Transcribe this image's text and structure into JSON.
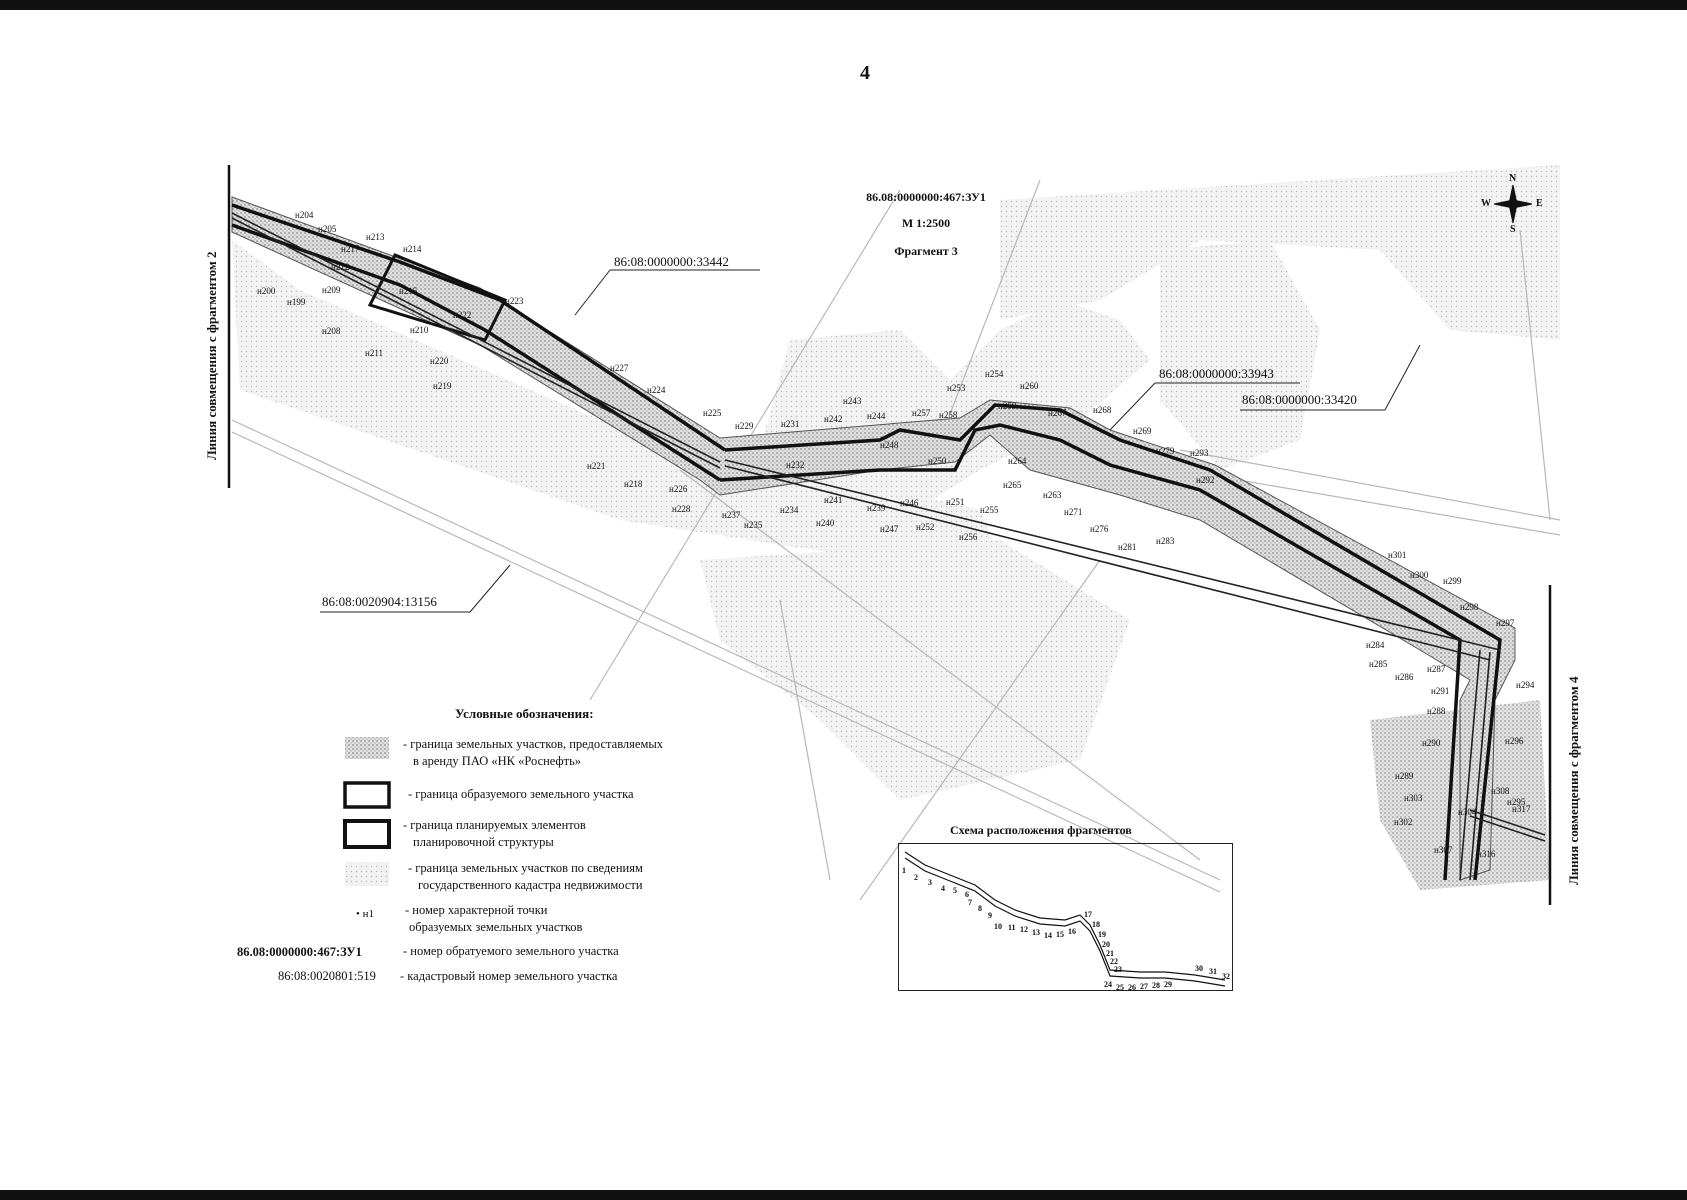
{
  "page_number": "4",
  "map": {
    "parcel_id": "86.08:0000000:467:ЗУ1",
    "scale": "М 1:2500",
    "fragment": "Фрагмент 3",
    "left_join_label": "Линия совмещения с фрагментом 2",
    "right_join_label": "Линия совмещения с фрагментом 4",
    "cadastral_labels": [
      "86:08:0000000:33442",
      "86:08:0000000:33943",
      "86:08:0000000:33420",
      "86:08:0020904:13156"
    ],
    "points": [
      "н204",
      "н205",
      "н213",
      "н214",
      "н217",
      "н212",
      "н215",
      "н200",
      "н199",
      "н209",
      "н210",
      "н208",
      "н211",
      "н222",
      "н223",
      "н220",
      "н219",
      "н227",
      "н224",
      "н221",
      "н218",
      "н225",
      "н229",
      "н226",
      "н228",
      "н231",
      "н232",
      "н237",
      "н235",
      "н234",
      "н242",
      "н243",
      "н244",
      "н241",
      "н240",
      "н239",
      "н246",
      "н247",
      "н252",
      "н248",
      "н250",
      "н257",
      "н258",
      "н253",
      "н254",
      "н260",
      "н259",
      "н251",
      "н255",
      "н256",
      "н264",
      "н265",
      "н263",
      "н267",
      "н268",
      "н269",
      "н279",
      "н293",
      "н271",
      "н276",
      "н281",
      "н283",
      "н292",
      "н301",
      "н300",
      "н299",
      "н298",
      "н284",
      "н285",
      "н286",
      "н287",
      "н297",
      "н291",
      "н294",
      "н288",
      "н290",
      "н289",
      "н296",
      "н295",
      "н304",
      "н308",
      "н303",
      "н302",
      "н317",
      "н307",
      "н316"
    ],
    "compass": {
      "n": "N",
      "s": "S",
      "w": "W",
      "e": "E"
    }
  },
  "legend": {
    "title": "Условные обозначения:",
    "items": [
      {
        "text1": "- граница земельных участков, предоставляемых",
        "text2": "в аренду ПАО «НК «Роснефть»"
      },
      {
        "text1": "- граница образуемого земельного участка",
        "text2": ""
      },
      {
        "text1": "- граница планируемых элементов",
        "text2": "планировочной структуры"
      },
      {
        "text1": "- граница земельных участков по сведениям",
        "text2": "государственного кадастра недвижимости"
      },
      {
        "text1": "- номер характерной точки",
        "text2": "образуемых земельных участков"
      }
    ],
    "point_symbol": "• н1",
    "parcel_example": "86.08:0000000:467:ЗУ1",
    "parcel_example_text": "- номер обратуемого земельного участка",
    "cadastral_example": "86:08:0020801:519",
    "cadastral_example_text": "- кадастровый номер земельного участка"
  },
  "scheme": {
    "title": "Схема расположения фрагментов",
    "numbers": [
      "1",
      "2",
      "3",
      "4",
      "5",
      "6",
      "7",
      "8",
      "9",
      "10",
      "11",
      "12",
      "13",
      "14",
      "15",
      "16",
      "17",
      "18",
      "19",
      "20",
      "21",
      "22",
      "23",
      "24",
      "25",
      "26",
      "27",
      "28",
      "29",
      "30",
      "31",
      "32"
    ]
  },
  "colors": {
    "ink": "#111111",
    "hatch": "#9a9a9a",
    "strip": "#c4c4c4"
  }
}
